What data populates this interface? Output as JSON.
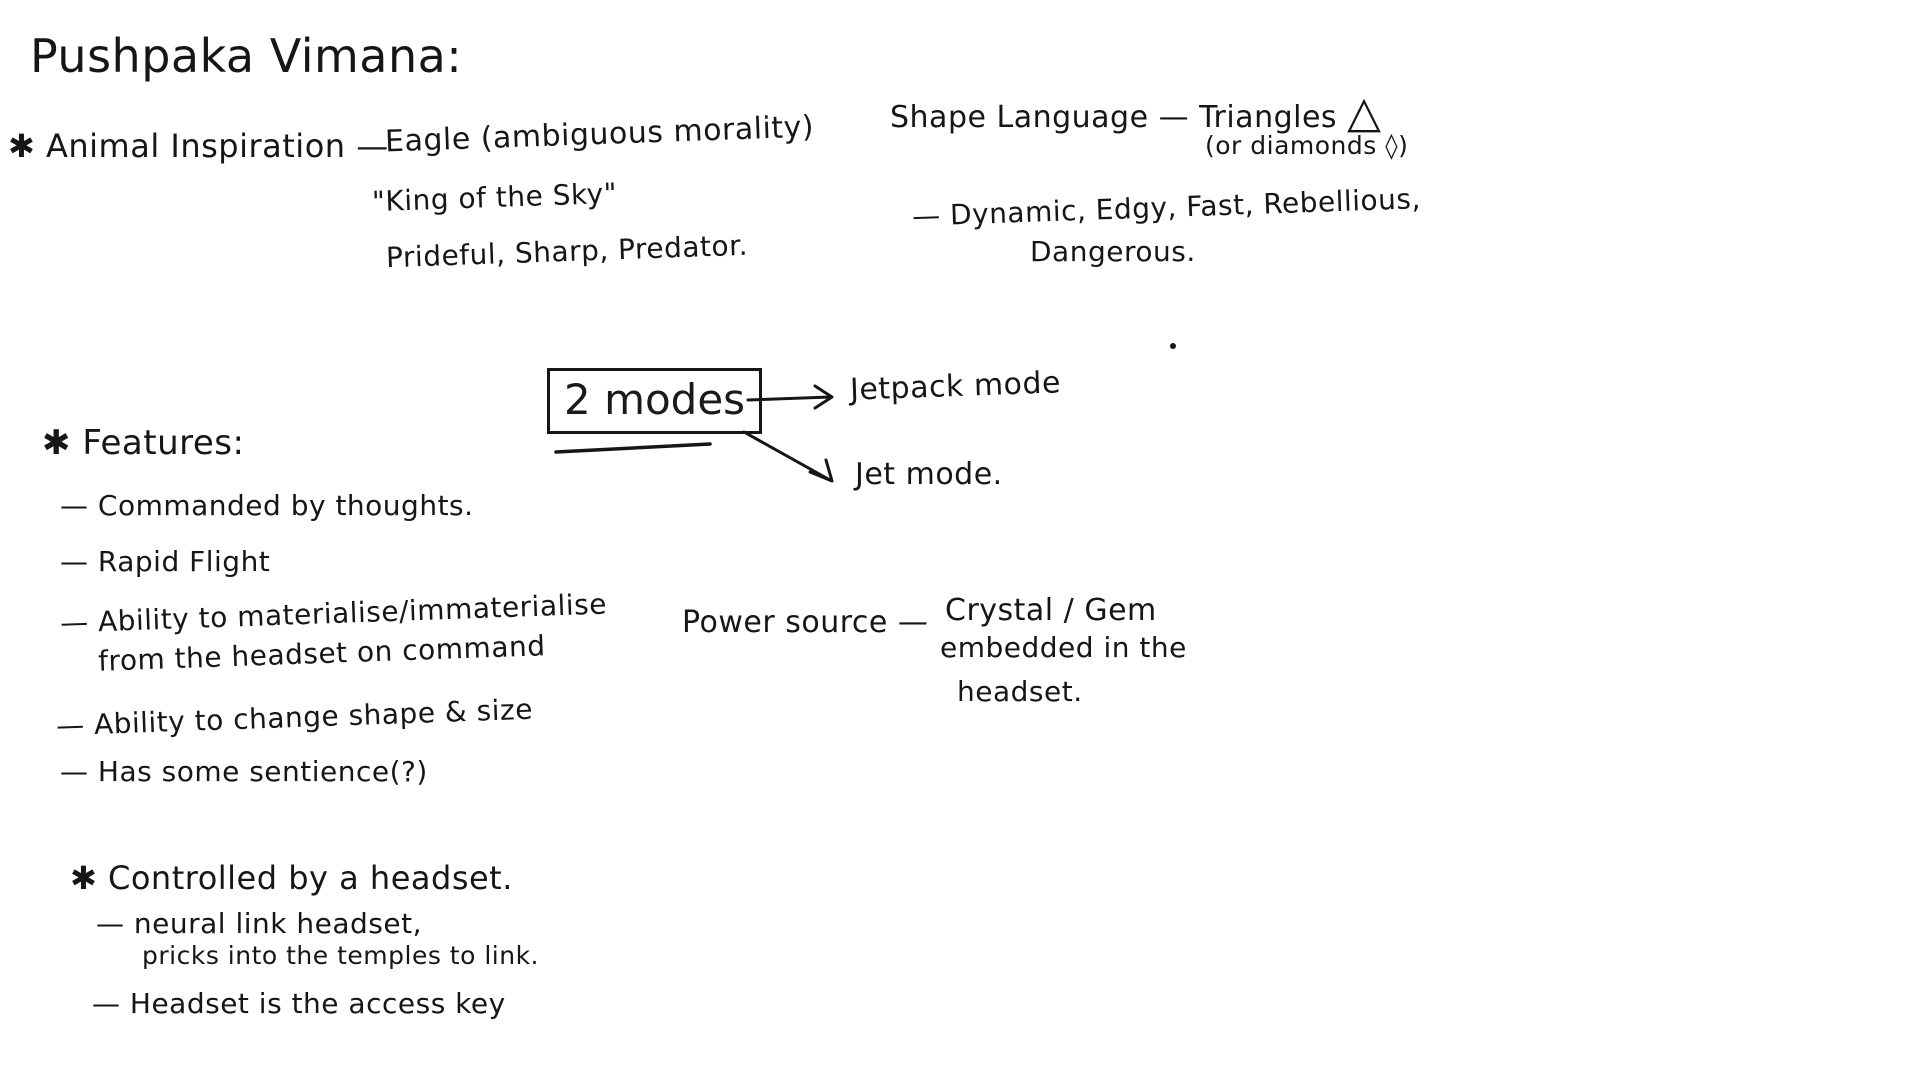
{
  "page": {
    "title": "Pushpaka Vimana:"
  },
  "animal": {
    "label": "Animal Inspiration —",
    "line1": "Eagle (ambiguous morality)",
    "line2": "\"King of the Sky\"",
    "line3": "Prideful, Sharp, Predator."
  },
  "shape": {
    "label": "Shape Language — Triangles",
    "triangle_glyph": "△",
    "line2": "(or diamonds ◊)",
    "line3": "— Dynamic, Edgy, Fast, Rebellious,",
    "line4": "Dangerous."
  },
  "modes": {
    "box_label": "2 modes",
    "mode1": "Jetpack mode",
    "mode2": "Jet mode."
  },
  "features": {
    "header": "Features:",
    "items": [
      "— Commanded by thoughts.",
      "— Rapid Flight",
      "— Ability to materialise/immaterialise",
      "from the headset on command",
      "— Ability to change shape & size",
      "— Has some sentience(?)"
    ]
  },
  "power": {
    "label": "Power source —",
    "line1": "Crystal / Gem",
    "line2": "embedded in the",
    "line3": "headset."
  },
  "headset": {
    "header": "Controlled by a headset.",
    "item1a": "— neural link headset,",
    "item1b": "pricks into the temples to link.",
    "item2": "— Headset is the access key"
  },
  "icons": {
    "star": "✱"
  }
}
